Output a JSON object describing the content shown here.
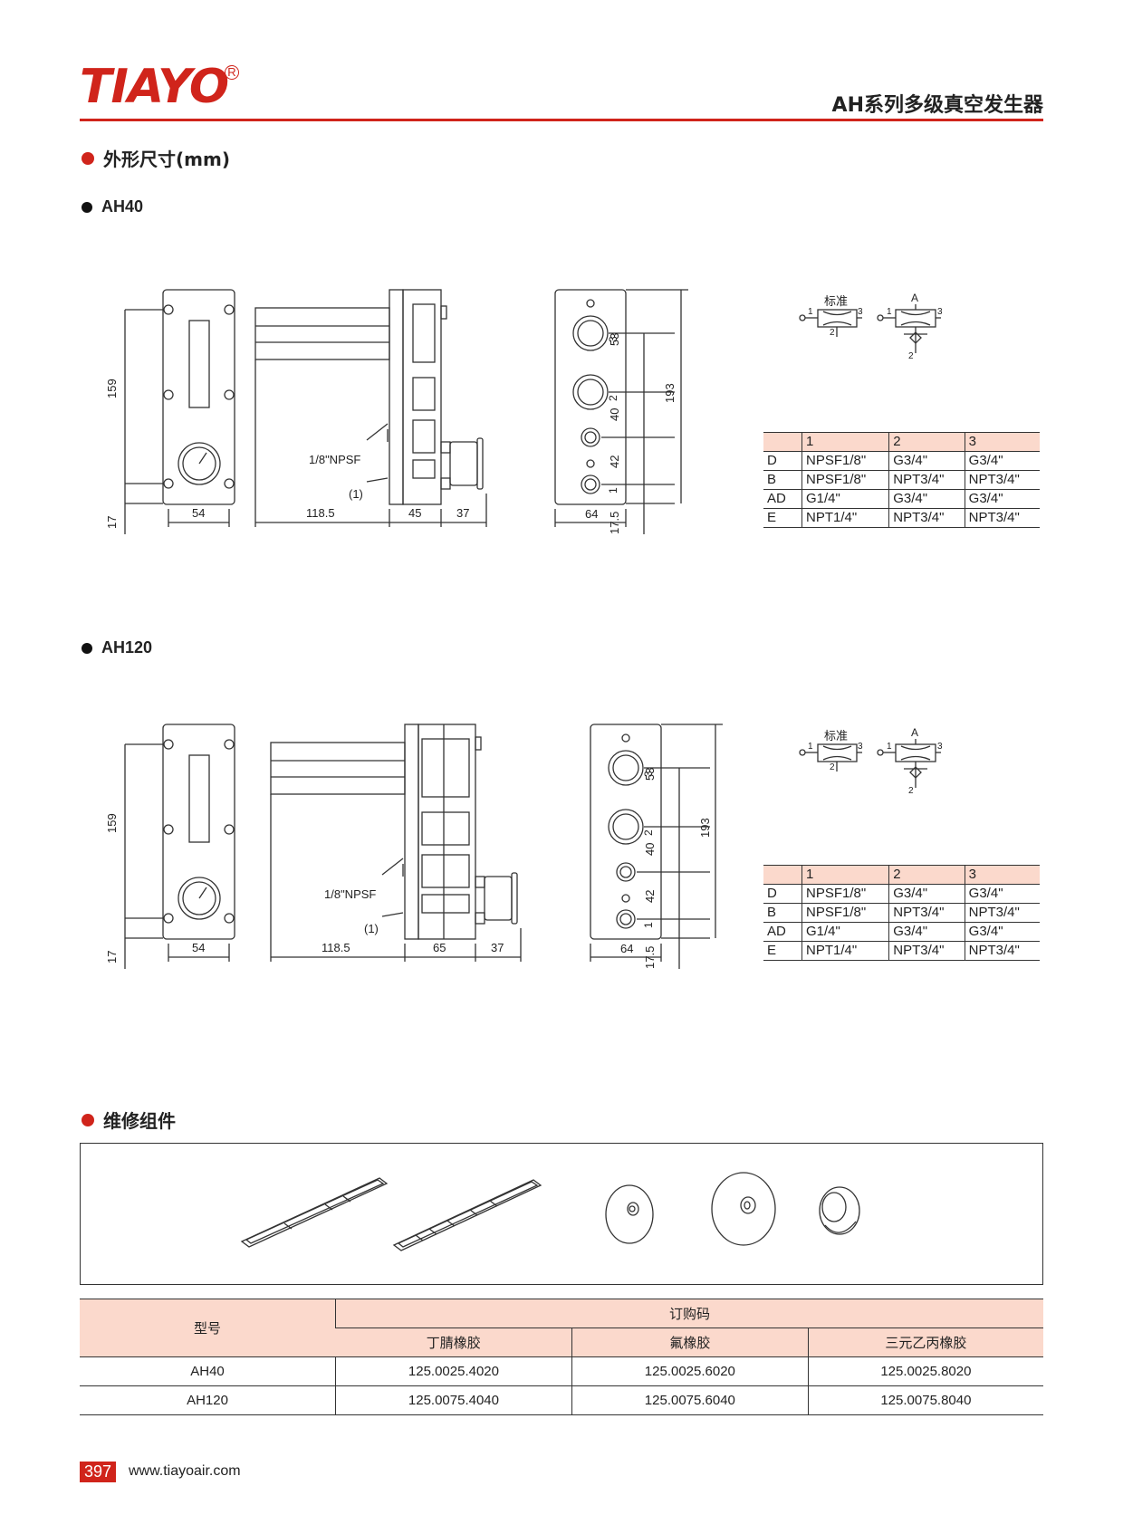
{
  "header": {
    "brand": "TIAYO",
    "registered": "R",
    "series_title": "AH系列多级真空发生器"
  },
  "sections": {
    "dimensions_title": "外形尺寸(mm)",
    "kits_title": "维修组件"
  },
  "models": [
    {
      "name": "AH40",
      "dims": {
        "h159": "159",
        "b17": "17",
        "w54": "54",
        "l118": "118.5",
        "w_mid": "45",
        "w37": "37",
        "npsf": "1/8\"NPSF",
        "callout": "(1)",
        "w64": "64",
        "d53": "53",
        "d40": "40",
        "d42": "42",
        "d175": "17.5",
        "h193": "193",
        "p1": "1",
        "p2": "2",
        "p3": "3"
      },
      "symbols": {
        "std": "标准",
        "a": "A",
        "n1": "1",
        "n2": "2",
        "n3": "3"
      },
      "port_table": {
        "header": [
          "",
          "1",
          "2",
          "3"
        ],
        "rows": [
          [
            "D",
            "NPSF1/8\"",
            "G3/4\"",
            "G3/4\""
          ],
          [
            "B",
            "NPSF1/8\"",
            "NPT3/4\"",
            "NPT3/4\""
          ],
          [
            "AD",
            "G1/4\"",
            "G3/4\"",
            "G3/4\""
          ],
          [
            "E",
            "NPT1/4\"",
            "NPT3/4\"",
            "NPT3/4\""
          ]
        ]
      }
    },
    {
      "name": "AH120",
      "dims": {
        "h159": "159",
        "b17": "17",
        "w54": "54",
        "l118": "118.5",
        "w_mid": "65",
        "w37": "37",
        "npsf": "1/8\"NPSF",
        "callout": "(1)",
        "w64": "64",
        "d53": "53",
        "d40": "40",
        "d42": "42",
        "d175": "17.5",
        "h193": "193",
        "p1": "1",
        "p2": "2",
        "p3": "3"
      },
      "symbols": {
        "std": "标准",
        "a": "A",
        "n1": "1",
        "n2": "2",
        "n3": "3"
      },
      "port_table": {
        "header": [
          "",
          "1",
          "2",
          "3"
        ],
        "rows": [
          [
            "D",
            "NPSF1/8\"",
            "G3/4\"",
            "G3/4\""
          ],
          [
            "B",
            "NPSF1/8\"",
            "NPT3/4\"",
            "NPT3/4\""
          ],
          [
            "AD",
            "G1/4\"",
            "G3/4\"",
            "G3/4\""
          ],
          [
            "E",
            "NPT1/4\"",
            "NPT3/4\"",
            "NPT3/4\""
          ]
        ]
      }
    }
  ],
  "order_table": {
    "model_header": "型号",
    "code_header": "订购码",
    "materials": [
      "丁腈橡胶",
      "氟橡胶",
      "三元乙丙橡胶"
    ],
    "rows": [
      [
        "AH40",
        "125.0025.4020",
        "125.0025.6020",
        "125.0025.8020"
      ],
      [
        "AH120",
        "125.0075.4040",
        "125.0075.6040",
        "125.0075.8040"
      ]
    ]
  },
  "footer": {
    "page_number": "397",
    "website": "www.tiayoair.com"
  },
  "colors": {
    "accent": "#d0241b",
    "table_header": "#fbd9cc"
  }
}
